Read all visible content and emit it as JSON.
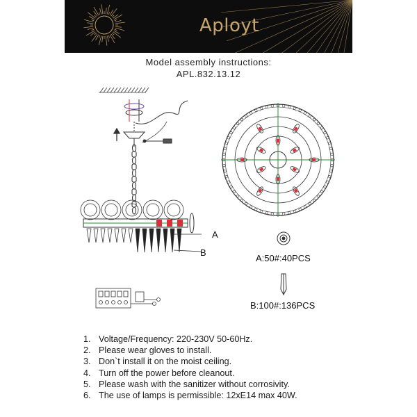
{
  "brand": {
    "name": "Aployt"
  },
  "header": {
    "line1": "Model assembly instructions:",
    "line2": "APL.832.13.12"
  },
  "callouts": {
    "a": "A",
    "b": "B"
  },
  "parts": [
    {
      "label": "A:50#:40PCS"
    },
    {
      "label": "B:100#:136PCS"
    }
  ],
  "instructions": [
    {
      "num": "1.",
      "text": "Voltage/Frequency: 220-230V 50-60Hz."
    },
    {
      "num": "2.",
      "text": "Please wear gloves to install."
    },
    {
      "num": "3.",
      "text": "Don`t install it on the moist ceiling."
    },
    {
      "num": "4.",
      "text": "Turn off the power before cleanout."
    },
    {
      "num": "5.",
      "text": "Please wash with the sanitizer without corrosivity."
    },
    {
      "num": "6.",
      "text": "The use of lamps is permissible: 12xE14 max 40W."
    }
  ],
  "colors": {
    "banner": "#0d0d0d",
    "gold": "#c7a56a",
    "red": "#d8303a",
    "green": "#2e8b3a"
  }
}
